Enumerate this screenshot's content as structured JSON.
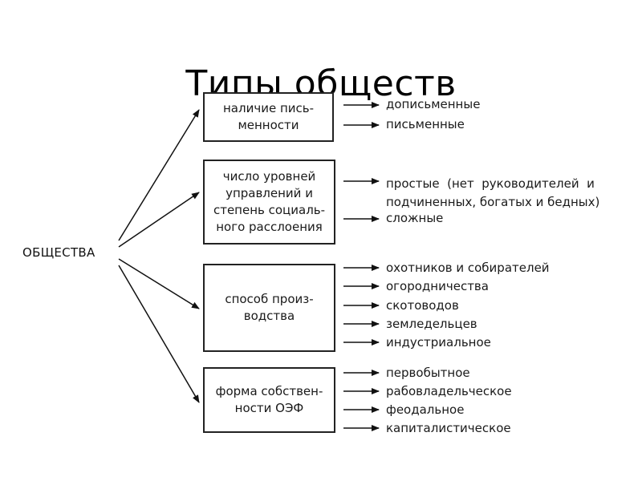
{
  "title": "Типы обществ",
  "root": "ОБЩЕСТВА",
  "groups": [
    {
      "label": "наличие пись-\nменности",
      "items": [
        "дописьменные",
        "письменные"
      ]
    },
    {
      "label": "число уровней\nуправлений и\nстепень социаль-\nного расслоения",
      "items": [
        "простые  (нет  руководителей  и\nподчиненных, богатых и бедных)",
        "сложные"
      ]
    },
    {
      "label": "способ произ-\nводства",
      "items": [
        "охотников и собирателей",
        "огородничества",
        "скотоводов",
        "земледельцев",
        "индустриальное"
      ]
    },
    {
      "label": "форма собствен-\nности ОЭФ",
      "items": [
        "первобытное",
        "рабовладельческое",
        "феодальное",
        "капиталистическое"
      ]
    }
  ]
}
